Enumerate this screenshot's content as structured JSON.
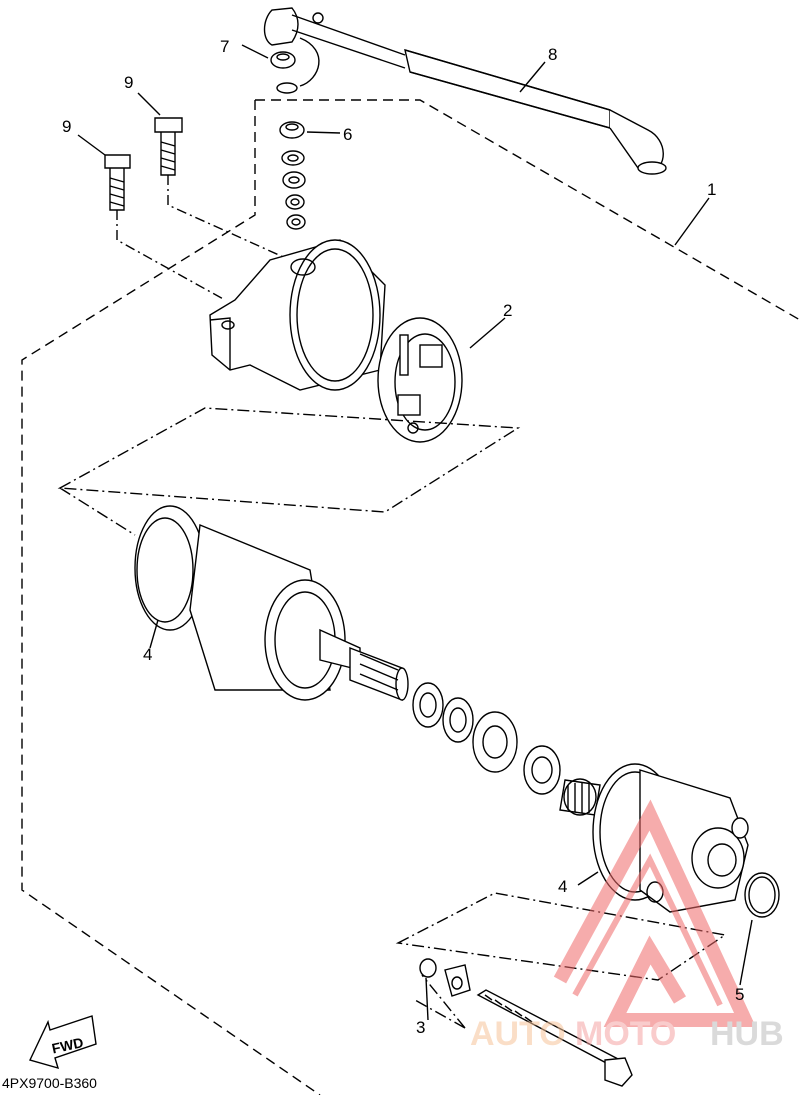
{
  "diagram": {
    "callouts": [
      "1",
      "2",
      "3",
      "4",
      "4",
      "5",
      "6",
      "7",
      "8",
      "9",
      "9"
    ],
    "fwd_label": "FWD",
    "drawing_code": "4PX9700-B360"
  },
  "watermark": {
    "part1": "AUTO",
    "part2": "MOTO",
    "part3": "HUB",
    "colors": {
      "part1": "#f7c49a",
      "part2": "#f5a3a3",
      "part3": "#bdbdbd"
    }
  }
}
